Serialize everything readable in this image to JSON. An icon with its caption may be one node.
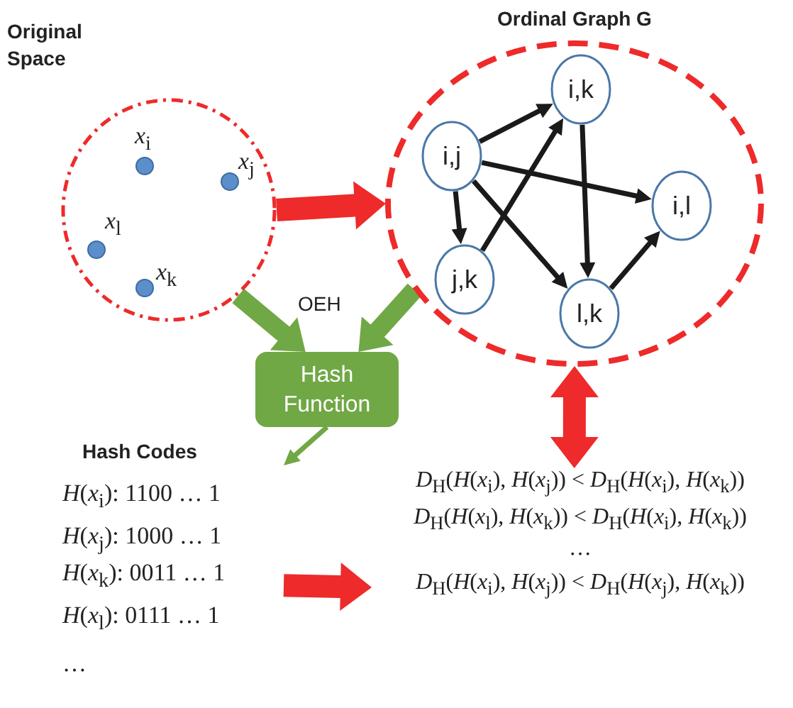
{
  "diagram": {
    "nodes": [
      {
        "text": [
          "Original Space"
        ]
      },
      {
        "text": [
          "Ordinal Graph G"
        ]
      },
      {
        "text": [
          "i,j"
        ],
        "in": 1
      },
      {
        "text": [
          "i,k"
        ],
        "in": 1
      },
      {
        "text": [
          "i,l"
        ],
        "in": 1
      },
      {
        "text": [
          "j,k"
        ],
        "in": 1
      },
      {
        "text": [
          "l,k"
        ],
        "in": 1
      },
      {
        "text": [
          "Hash Function"
        ]
      },
      {
        "text": [
          "Hash Codes",
          "*H*(*x*$_{i}$): 1100 … 1",
          "*H*(*x*$_{j}$): 1000 … 1",
          "*H*(*x*$_{k}$): 0011 … 1",
          "*H*(*x*$_{l}$): 0111 … 1",
          "…"
        ]
      },
      {
        "text": [
          "*D*$_{H}$(*H*(*x*$_{i}$), *H*(*x*$_{j}$)) < *D*$_{H}$(*H*(*x*$_{i}$), *H*(*x*$_{k}$))",
          "*D*$_{H}$(*H*(*x*$_{l}$), *H*(*x*$_{k}$)) < *D*$_{H}$(*H*(*x*$_{i}$), *H*(*x*$_{k}$))",
          "…",
          "*D*$_{H}$(*H*(*x*$_{i}$), *H*(*x*$_{j}$)) < *D*$_{H}$(*H*(*x*$_{j}$), *H*(*x*$_{k}$))"
        ]
      }
    ],
    "edges": [
      {
        "from": 0,
        "to": 1,
        "arrow": "to",
        "style": "thick",
        "color": "#ee2a2a"
      },
      {
        "from": 0,
        "to": 7,
        "arrow": "to",
        "style": "thick",
        "color": "#70a845",
        "label": "OEH"
      },
      {
        "from": 1,
        "to": 7,
        "arrow": "to",
        "style": "thick",
        "color": "#70a845"
      },
      {
        "from": 7,
        "to": 8,
        "arrow": "to",
        "color": "#70a845"
      },
      {
        "from": 8,
        "to": 9,
        "arrow": "to",
        "style": "thick",
        "color": "#ee2a2a"
      },
      {
        "from": 1,
        "to": 9,
        "arrow": "both",
        "style": "thick",
        "color": "#ee2a2a"
      },
      {
        "from": 2,
        "to": 3,
        "arrow": "to"
      },
      {
        "from": 2,
        "to": 4,
        "arrow": "to"
      },
      {
        "from": 2,
        "to": 5,
        "arrow": "to"
      },
      {
        "from": 2,
        "to": 6,
        "arrow": "to"
      },
      {
        "from": 5,
        "to": 3,
        "arrow": "to"
      },
      {
        "from": 3,
        "to": 6,
        "arrow": "to"
      },
      {
        "from": 6,
        "to": 4,
        "arrow": "to"
      }
    ],
    "labels": [
      "*x*$_{i}$",
      "*x*$_{j}$",
      "*x*$_{l}$",
      "*x*$_{k}$"
    ]
  }
}
